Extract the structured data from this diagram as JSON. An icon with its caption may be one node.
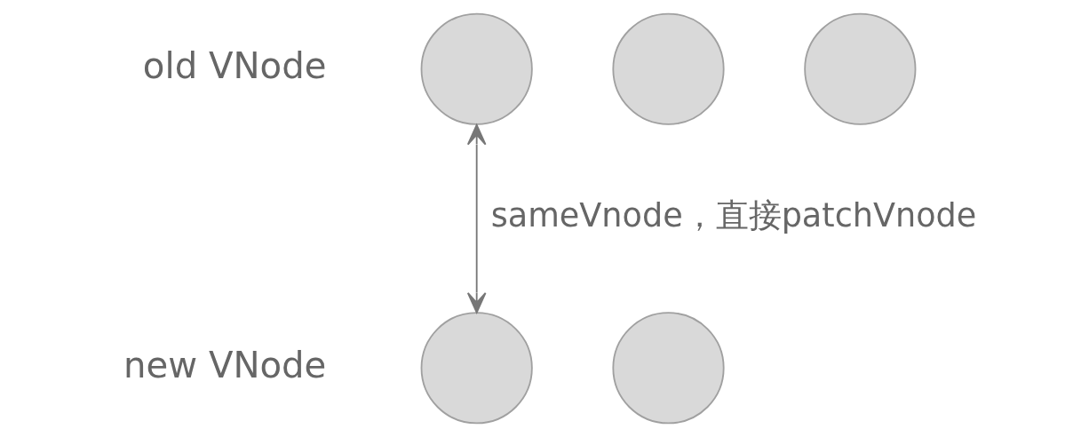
{
  "diagram": {
    "nodes": [
      {
        "text": [],
        "shape": "circle"
      },
      {
        "text": [],
        "shape": "circle"
      },
      {
        "text": [],
        "shape": "circle"
      },
      {
        "text": [],
        "shape": "circle"
      },
      {
        "text": [],
        "shape": "circle"
      }
    ],
    "edges": [
      {
        "from": 0,
        "to": 3,
        "arrow": "both",
        "label": "sameVnode，直接patchVnode"
      }
    ],
    "labels": [
      "old VNode",
      "new VNode"
    ]
  }
}
